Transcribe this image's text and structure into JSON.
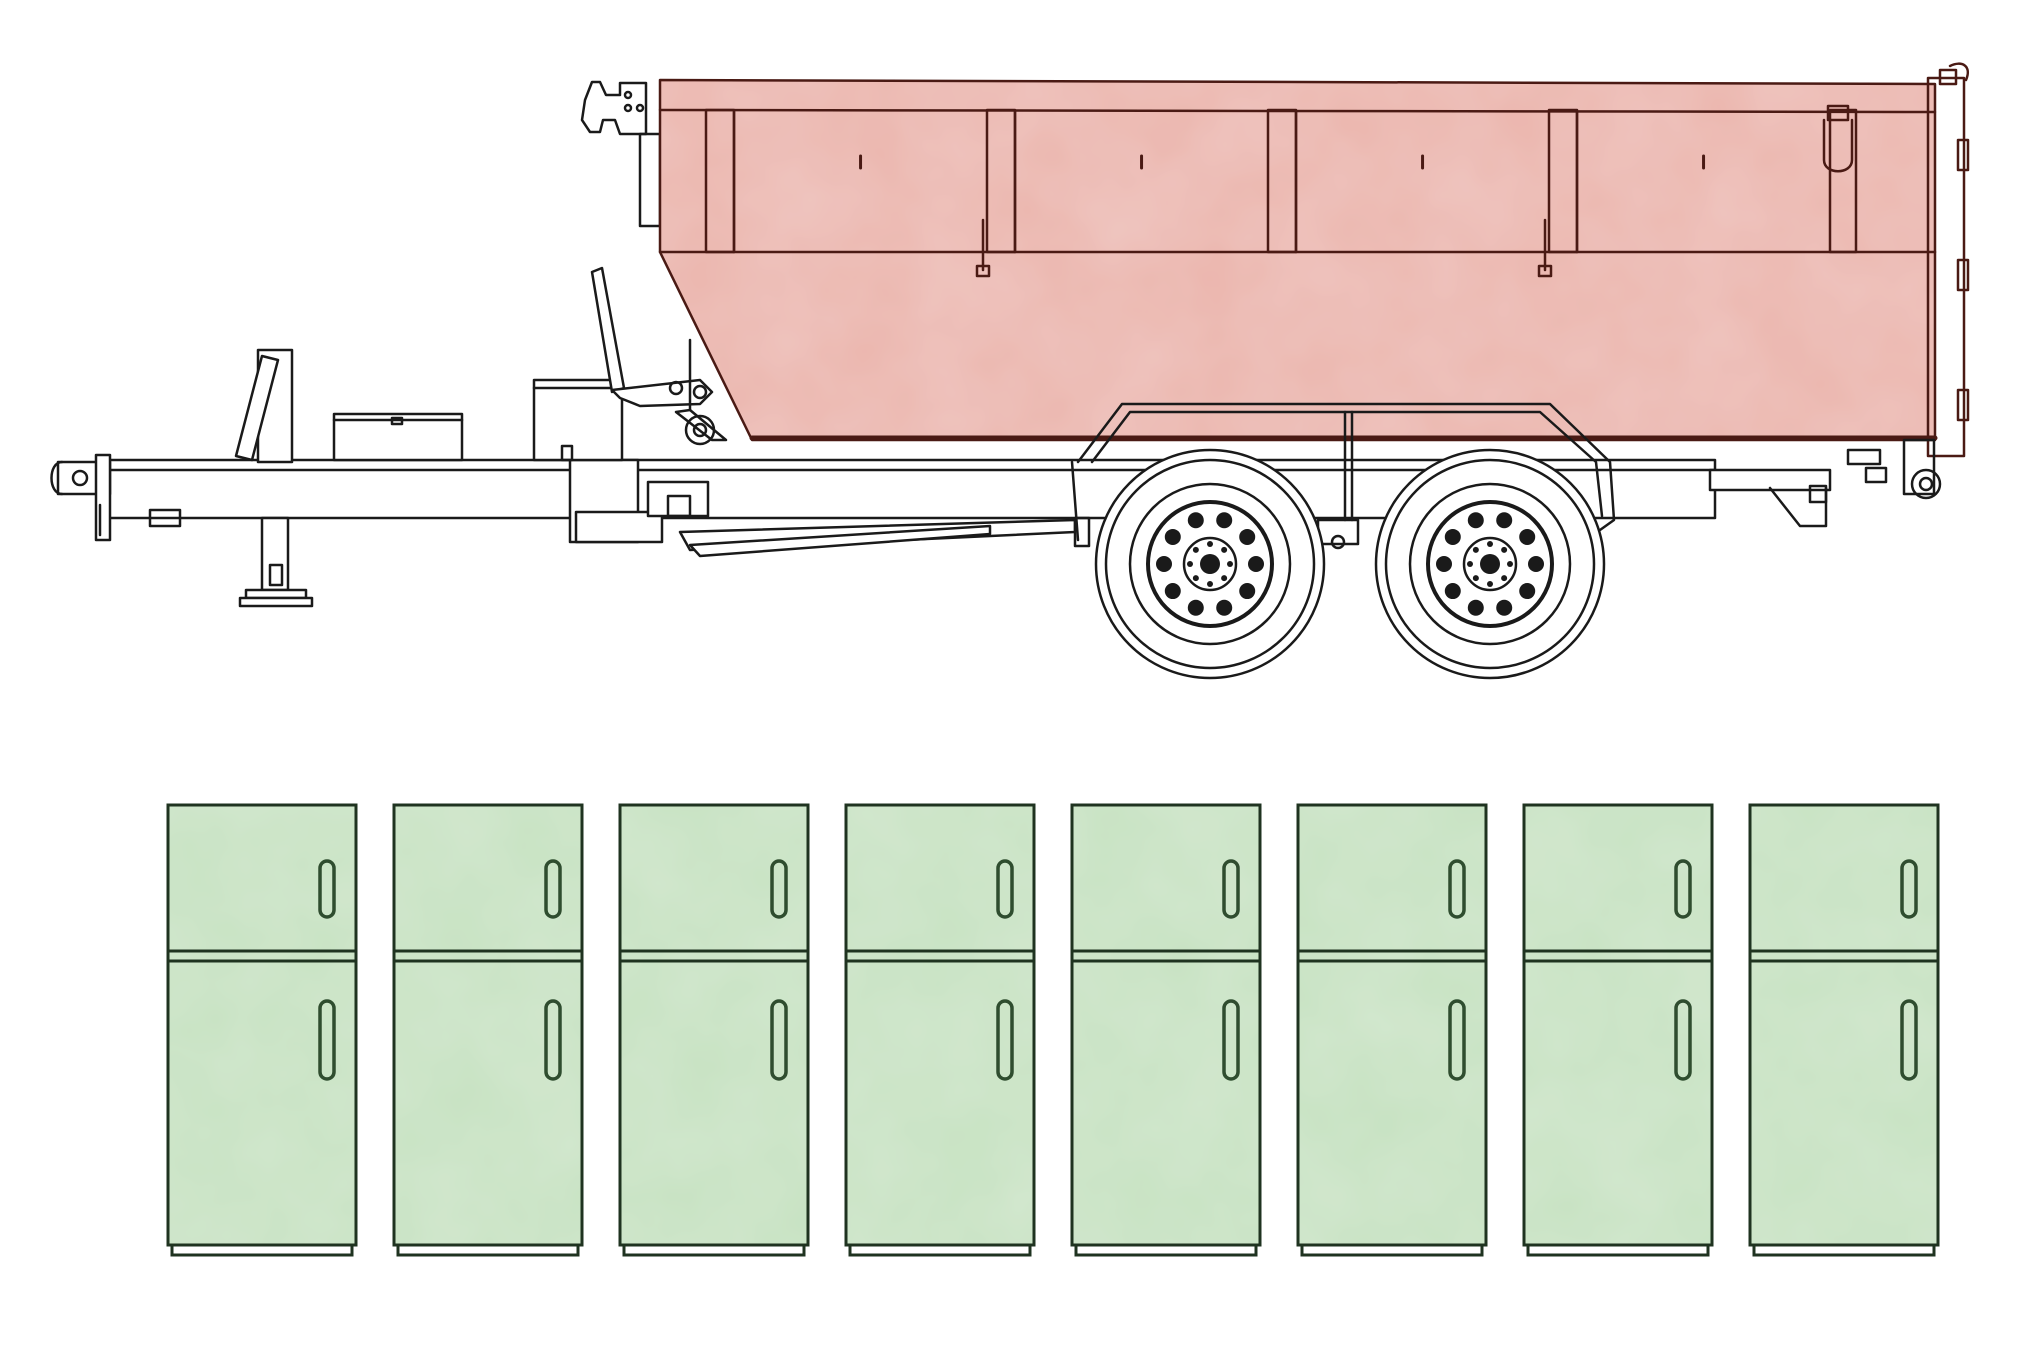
{
  "colors": {
    "background": "#ffffff",
    "container_fill": "#ebb5ad",
    "container_stroke": "#4a1a14",
    "line": "#1a1a1a",
    "fridge_fill": "#c7e2c2",
    "fridge_stroke": "#1f3320",
    "fridge_handle": "#2f4d2f"
  },
  "scene": {
    "trailer": {
      "vehicle": "roll-off-dumpster-trailer",
      "axles": 2,
      "container_door_panels": 4
    },
    "refrigerators": {
      "count": 8,
      "doors_per_unit": 2
    }
  }
}
